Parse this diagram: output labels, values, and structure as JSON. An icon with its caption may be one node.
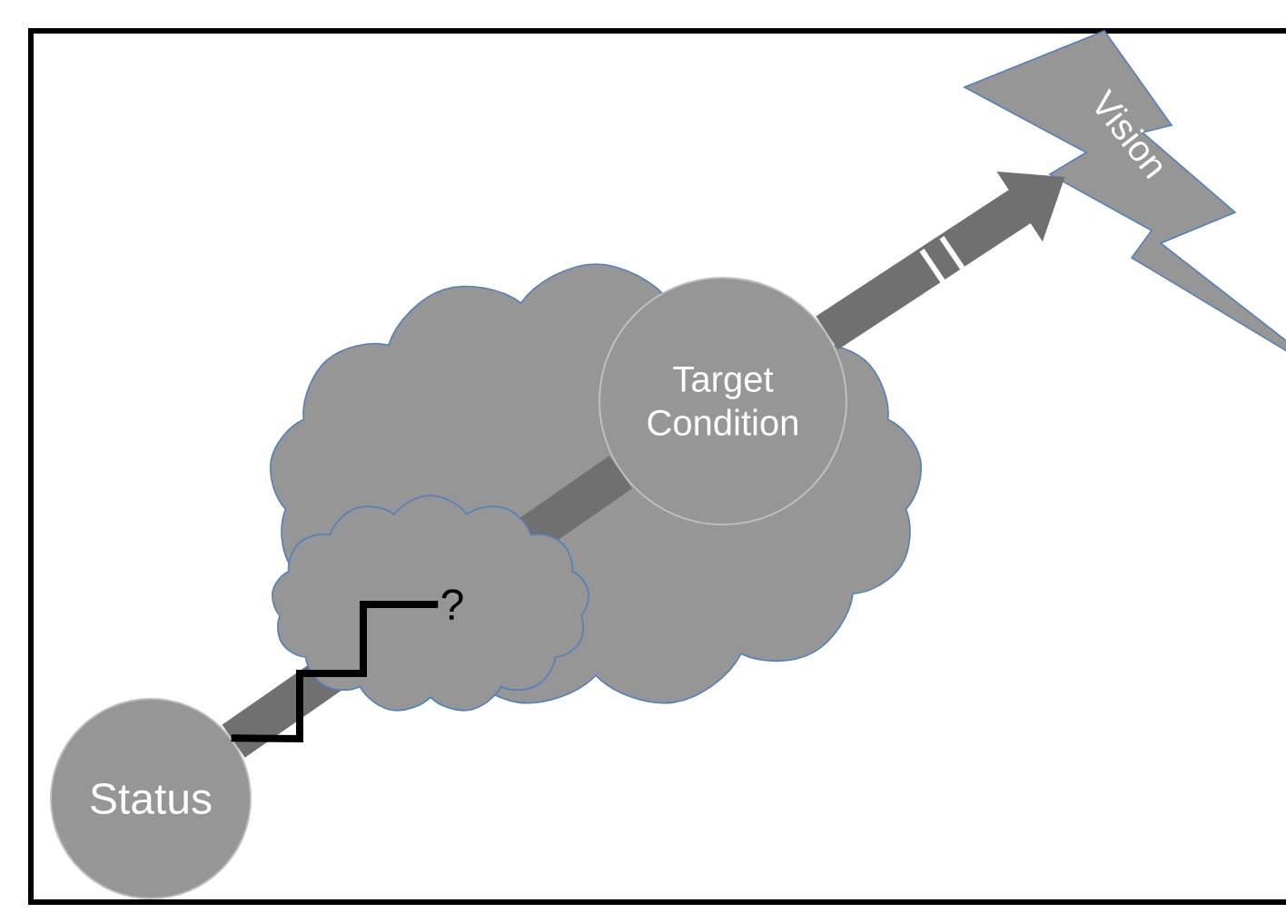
{
  "diagram": {
    "nodes": [
      {
        "text": [
          "Vision"
        ]
      },
      {
        "text": [],
        "shape": "cloud"
      },
      {
        "text": [
          "Target Condition"
        ],
        "in": 1
      },
      {
        "text": [],
        "shape": "cloud",
        "in": 1
      },
      {
        "text": [
          "?"
        ],
        "in": 3
      },
      {
        "text": [
          "Status"
        ]
      }
    ],
    "edges": [
      {
        "from": 5,
        "to": 2,
        "arrow": "none"
      },
      {
        "from": 2,
        "to": 0,
        "arrow": "to"
      },
      {
        "from": 5,
        "to": 4,
        "arrow": "none",
        "color": "#000000"
      }
    ]
  }
}
